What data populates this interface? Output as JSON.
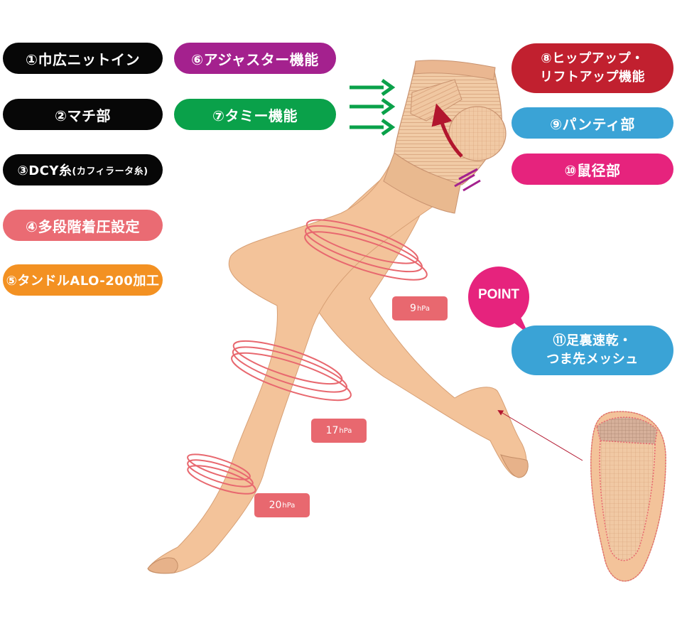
{
  "features": {
    "f1": "①巾広ニットイン",
    "f2": "②マチ部",
    "f3_main": "③DCY糸",
    "f3_sub": "(カフィラータ糸)",
    "f4": "④多段階着圧設定",
    "f5": "⑤タンドルALO-200加工",
    "f6": "⑥アジャスター機能",
    "f7": "⑦タミー機能",
    "f8_line1": "⑧ヒップアップ・",
    "f8_line2": "リフトアップ機能",
    "f9": "⑨パンティ部",
    "f10": "⑩鼠径部",
    "f11_line1": "⑪足裏速乾・",
    "f11_line2": "つま先メッシュ"
  },
  "point_label": "POINT",
  "pressures": [
    {
      "value": "9",
      "unit": "hPa"
    },
    {
      "value": "17",
      "unit": "hPa"
    },
    {
      "value": "20",
      "unit": "hPa"
    }
  ],
  "colors": {
    "black": "#070707",
    "purple": "#a4218e",
    "green": "#0aa14a",
    "salmon": "#ea6b73",
    "orange": "#f39122",
    "red": "#c1202f",
    "blue": "#3aa3d6",
    "magenta": "#e6237d",
    "skin": "#f2c8a0"
  }
}
